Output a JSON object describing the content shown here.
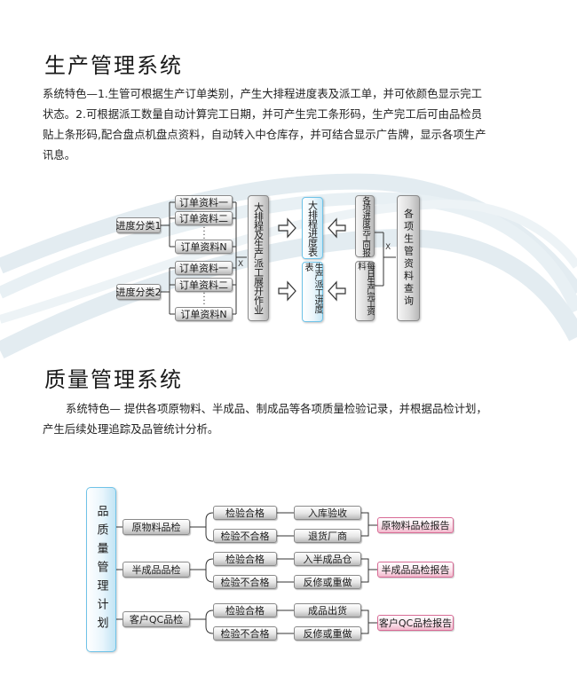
{
  "section1": {
    "title": "生产管理系统",
    "para_lines": [
      "系统特色—1.生管可根据生产订单类别，产生大排程进度表及派工单，并可依颜色显示完工",
      "状态。2.可根据派工数量自动计算完工日期，并可产生完工条形码，生产完工后可由品检员",
      "贴上条形码,配合盘点机盘点资料，自动转入中仓库存，并可结合显示广告牌，显示各项生产",
      "讯息。"
    ],
    "diagram": {
      "group1_label": "进度分类1",
      "group2_label": "进度分类2",
      "order_a": "订单资料一",
      "order_b": "订单资料二",
      "order_n": "订单资料N",
      "times": "X",
      "schedule_dispatch": "大排程及生产派工展开作业",
      "big_schedule": "大排程进度表",
      "dispatch_progress": "生产派工进度表",
      "completion_report": "各项进度完工回报",
      "daily_production": "每日生产完工资料",
      "query": "各项生管资料查询"
    }
  },
  "section2": {
    "title": "质量管理系统",
    "para_lines": [
      "系统特色— 提供各项原物料、半成品、制成品等各项质量检验记录，并根据品检计划，",
      "产生后续处理追踪及品管统计分析。"
    ],
    "diagram": {
      "plan": "品质量管理计划",
      "rows": [
        {
          "check": "原物料品检",
          "pass": "检验合格",
          "fail": "检验不合格",
          "pass_action": "入库验收",
          "fail_action": "退货厂商",
          "report": "原物料品检报告"
        },
        {
          "check": "半成品品检",
          "pass": "检验合格",
          "fail": "检验不合格",
          "pass_action": "入半成品仓",
          "fail_action": "反修或重做",
          "report": "半成品品检报告"
        },
        {
          "check": "客户QC品检",
          "pass": "检验合格",
          "fail": "检验不合格",
          "pass_action": "成品出货",
          "fail_action": "反修或重做",
          "report": "客户QC品检报告"
        }
      ]
    }
  },
  "colors": {
    "accent_blue": "#6fc3e8",
    "accent_pink": "#d86a95",
    "wave": "#dfeaf0"
  }
}
